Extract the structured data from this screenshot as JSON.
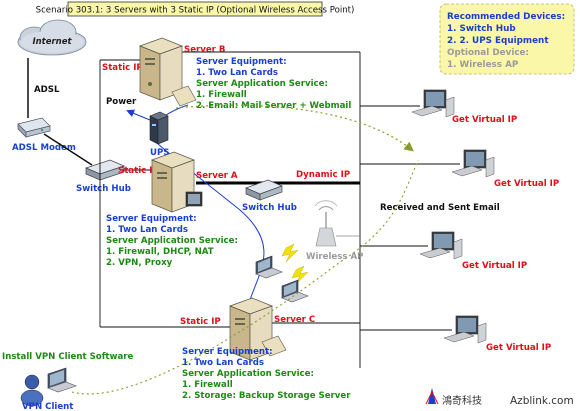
{
  "title": "Scenario 303.1:  3 Servers with 3 Static IP (Optional Wireless Access Point)",
  "recommended": {
    "heading": "Recommended Devices:",
    "item1": "1. Switch Hub",
    "item2": "2. 2. UPS Equipment",
    "optional_heading": "Optional Device:",
    "optional_item": "1. Wireless AP"
  },
  "labels": {
    "internet": "Internet",
    "adsl": "ADSL",
    "adsl_modem": "ADSL Modem",
    "switch_hub_left": "Switch Hub",
    "switch_hub_mid": "Switch Hub",
    "power": "Power",
    "ups": "UPS",
    "static_ip_b": "Static IP",
    "static_ip_a": "Static IP",
    "static_ip_c": "Static IP",
    "dynamic_ip": "Dynamic IP",
    "wireless_ap": "Wireless AP",
    "received_sent_email": "Received and Sent Email",
    "install_vpn": "Install VPN Client Software",
    "vpn_client": "VPN Client"
  },
  "servers": {
    "b": {
      "name": "Server B",
      "equip_heading": "Server Equipment:",
      "equip_1": "1. Two Lan Cards",
      "service_heading": "Server Application Service:",
      "service_1": "1. Firewall",
      "service_2": "2. Email: Mail Server + Webmail"
    },
    "a": {
      "name": "Server A",
      "equip_heading": "Server Equipment:",
      "equip_1": "1. Two Lan Cards",
      "service_heading": "Server Application Service:",
      "service_1": "1.  Firewall,  DHCP, NAT",
      "service_2": "2. VPN, Proxy"
    },
    "c": {
      "name": "Server C",
      "equip_heading": "Server Equipment:",
      "equip_1": "1. Two Lan Cards",
      "service_heading": "Server Application Service:",
      "service_1": "1. Firewall",
      "service_2": "2. Storage: Backup Storage Server"
    }
  },
  "clients": [
    {
      "label": "Get Virtual IP"
    },
    {
      "label": "Get Virtual IP"
    },
    {
      "label": "Get Virtual IP"
    },
    {
      "label": "Get Virtual IP"
    }
  ],
  "brand": {
    "chinese": "鴻奇科技",
    "site": "Azblink.com"
  },
  "colors": {
    "red": "#e0101a",
    "blue": "#1a3fd0",
    "green": "#1e8a14",
    "note_bg": "#fbf7a8",
    "olive_dots": "#8a9a2a"
  }
}
